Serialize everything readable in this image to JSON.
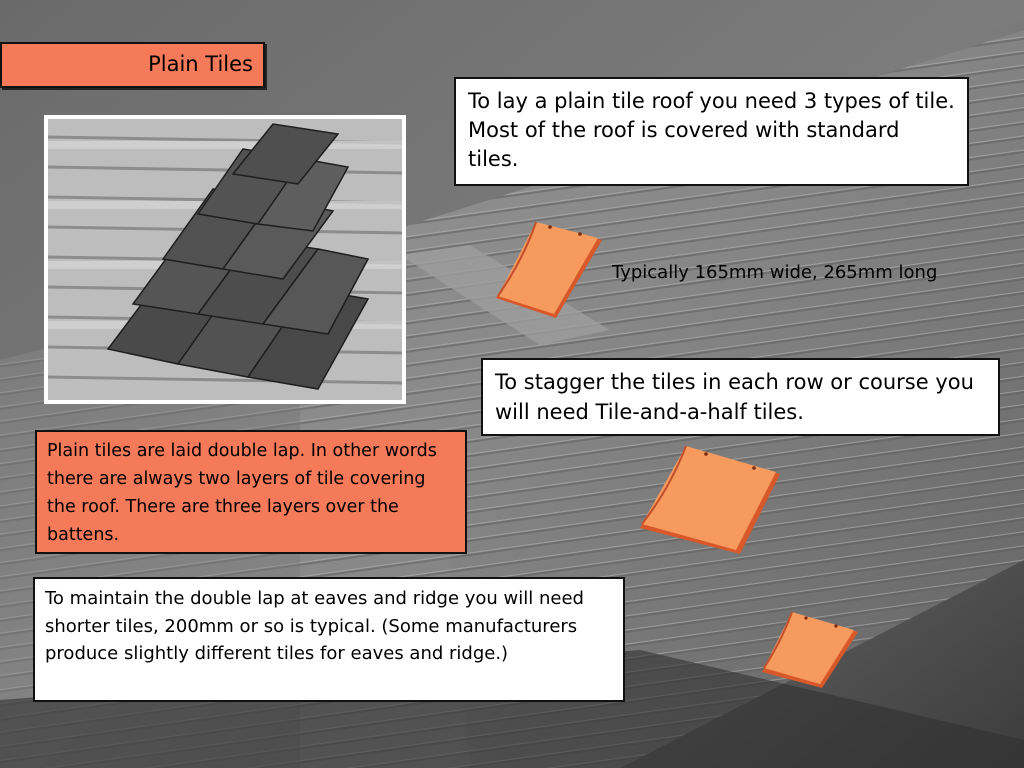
{
  "slide": {
    "title": "Plain Tiles",
    "intro_text": "To lay a plain tile roof you need 3 types of tile. Most of the roof is covered with standard tiles.",
    "size_text": "Typically 165mm wide, 265mm long",
    "stagger_text": "To stagger the tiles in each row or course you will need Tile-and-a-half tiles.",
    "lap_text": "Plain tiles are laid double lap. In other words there are always two layers of tile covering the roof. There are three layers over the battens.",
    "eaves_text": "To maintain the double lap at eaves and ridge you will need shorter tiles, 200mm or so is typical. (Some manufacturers produce slightly different tiles for eaves and ridge.)"
  },
  "colors": {
    "accent_box": "#f47a5a",
    "tile_light": "#f79a5e",
    "tile_dark": "#d8582a",
    "background": "#5a5a5a"
  },
  "icons": {
    "tile": "plain-tile-icon",
    "photo": "stacked-tiles-photo"
  }
}
